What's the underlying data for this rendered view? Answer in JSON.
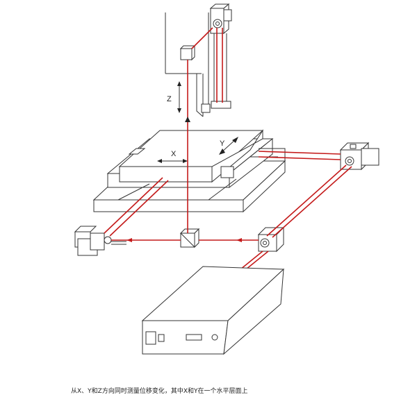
{
  "labels": {
    "x_axis": "X",
    "y_axis": "Y",
    "z_axis": "Z"
  },
  "caption": "从X、Y和Z方向同时测量位移变化，其中X和Y在一个水平层面上",
  "colors": {
    "laser": "#c41a1a",
    "outline": "#333333",
    "background": "#ffffff"
  },
  "icons": {
    "laser_head": "laser-head-icon",
    "beam_splitter": "beam-splitter-icon",
    "retroreflector": "retroreflector-icon",
    "controller": "controller-unit-icon"
  }
}
